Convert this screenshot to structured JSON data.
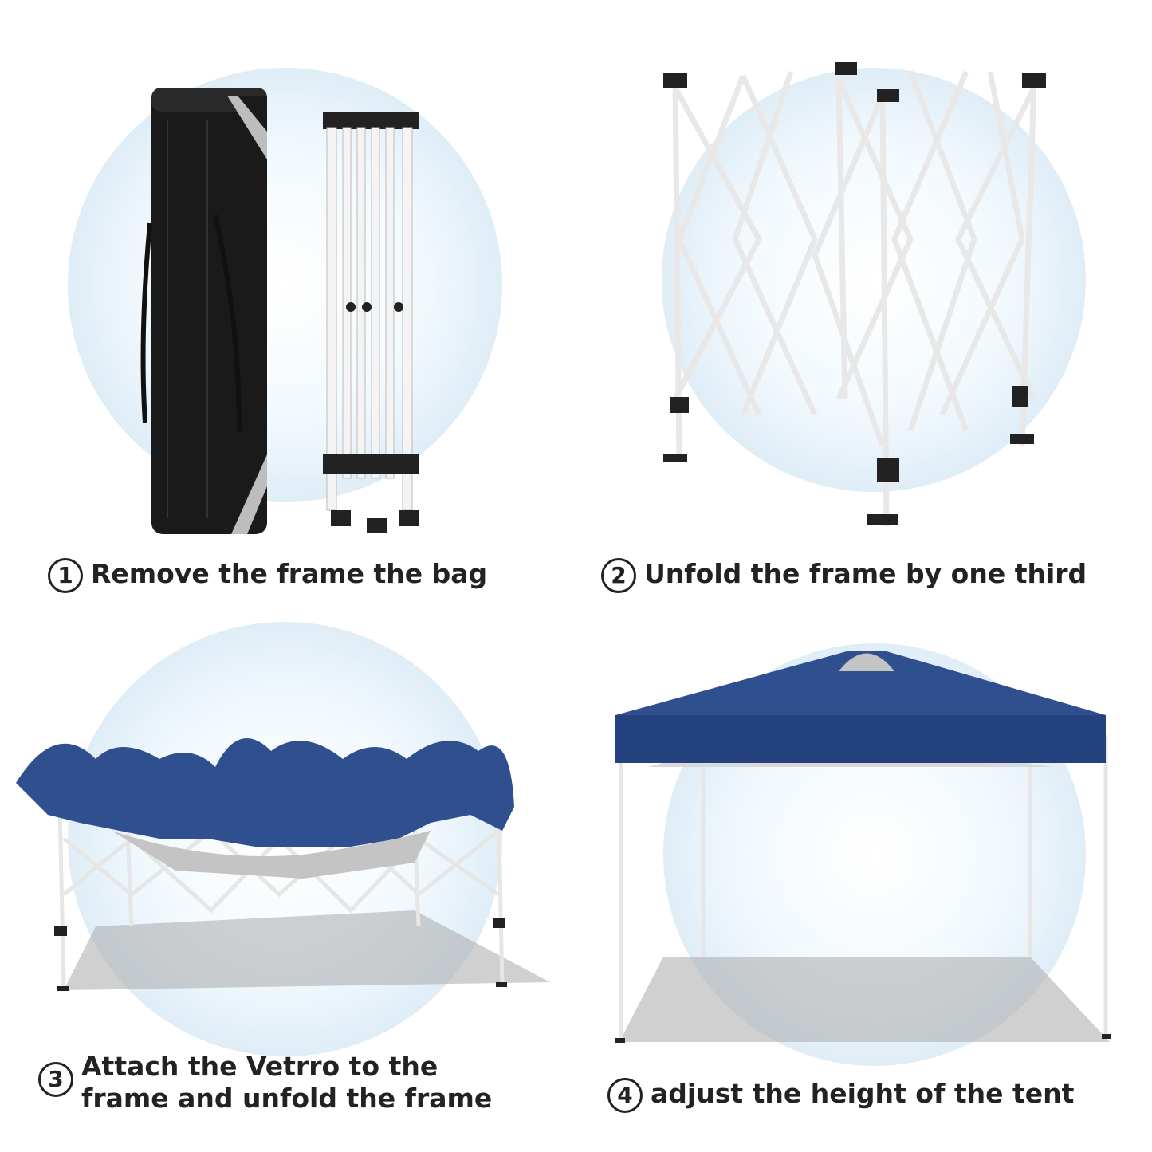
{
  "steps": [
    {
      "number": "1",
      "text": "Remove the frame the bag"
    },
    {
      "number": "2",
      "text": "Unfold the frame by one third"
    },
    {
      "number": "3",
      "lines": [
        "Attach the Vetrro to the",
        "frame and unfold the frame"
      ]
    },
    {
      "number": "4",
      "text": "adjust the height of the tent"
    }
  ],
  "colors": {
    "canopy_blue": "#2f4f8f",
    "frame_white": "#f4f4f4",
    "bag_black": "#1a1a1a",
    "bubble_light_blue": "#cfe4f3"
  },
  "icons": [
    "carry-bag-icon",
    "folded-frame-icon",
    "expanding-frame-icon",
    "half-open-tent-icon",
    "open-canopy-tent-icon"
  ]
}
